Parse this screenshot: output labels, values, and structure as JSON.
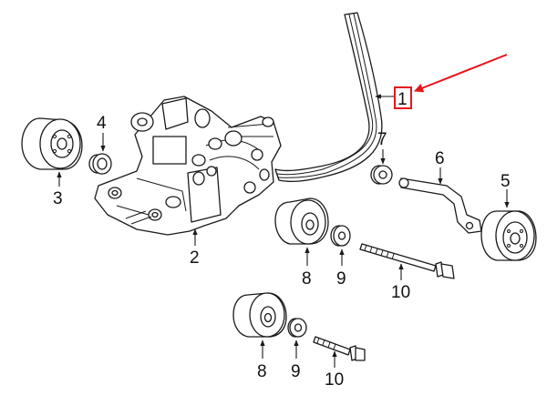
{
  "callouts": [
    {
      "id": "1",
      "label": "1",
      "highlighted": true
    },
    {
      "id": "2",
      "label": "2"
    },
    {
      "id": "3",
      "label": "3"
    },
    {
      "id": "4",
      "label": "4"
    },
    {
      "id": "5",
      "label": "5"
    },
    {
      "id": "6",
      "label": "6"
    },
    {
      "id": "7",
      "label": "7"
    },
    {
      "id": "8a",
      "label": "8"
    },
    {
      "id": "9a",
      "label": "9"
    },
    {
      "id": "10a",
      "label": "10"
    },
    {
      "id": "8b",
      "label": "8"
    },
    {
      "id": "9b",
      "label": "9"
    },
    {
      "id": "10b",
      "label": "10"
    }
  ],
  "colors": {
    "line": "#1a1a1a",
    "highlight": "#e8141c",
    "background": "#ffffff"
  }
}
